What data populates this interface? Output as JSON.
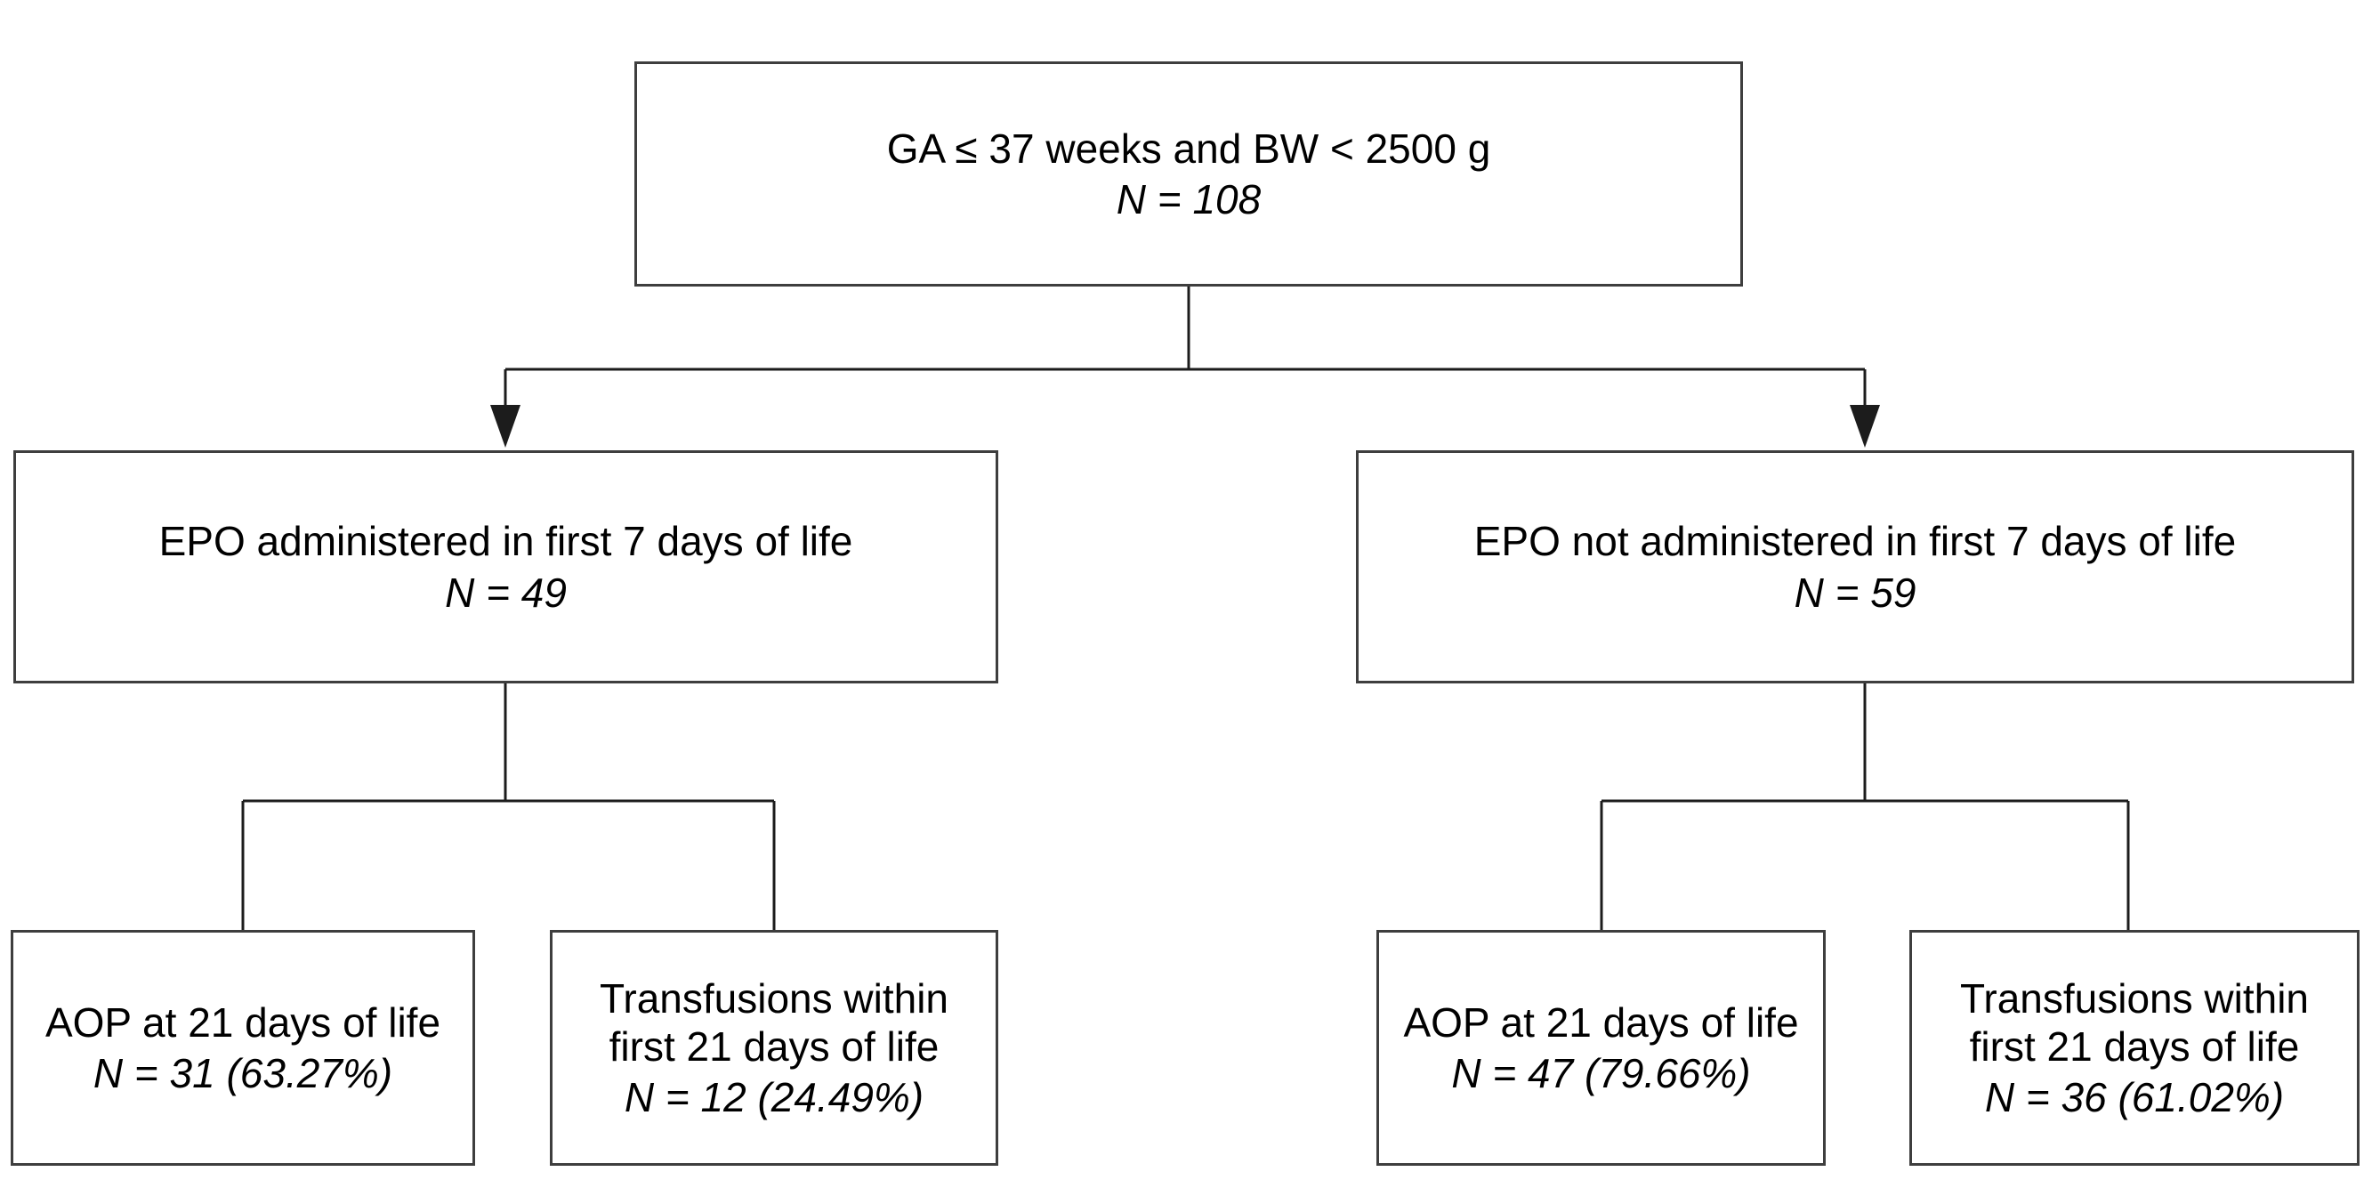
{
  "diagram": {
    "type": "flowchart",
    "colors": {
      "background": "#ffffff",
      "box_border": "#3e3e3e",
      "connector_line": "#1c1c1c",
      "text": "#000000"
    },
    "nodes": {
      "root": {
        "label": "GA ≤ 37 weeks and BW < 2500 g",
        "n": "N = 108"
      },
      "epo": {
        "label": "EPO administered in first 7 days of life",
        "n": "N = 49"
      },
      "no_epo": {
        "label": "EPO not administered in first 7 days of life",
        "n": "N = 59"
      },
      "epo_aop": {
        "label": "AOP at 21 days of life",
        "n": "N = 31 (63.27%)"
      },
      "epo_transfusions": {
        "label": "Transfusions within first 21 days of life",
        "n": "N = 12 (24.49%)"
      },
      "no_epo_aop": {
        "label": "AOP at 21 days of life",
        "n": "N = 47 (79.66%)"
      },
      "no_epo_transfusions": {
        "label": "Transfusions within first 21 days of life",
        "n": "N = 36 (61.02%)"
      }
    },
    "edges": [
      {
        "from": "root",
        "to": "epo",
        "arrow": true
      },
      {
        "from": "root",
        "to": "no_epo",
        "arrow": true
      },
      {
        "from": "epo",
        "to": "epo_aop",
        "arrow": false
      },
      {
        "from": "epo",
        "to": "epo_transfusions",
        "arrow": false
      },
      {
        "from": "no_epo",
        "to": "no_epo_aop",
        "arrow": false
      },
      {
        "from": "no_epo",
        "to": "no_epo_transfusions",
        "arrow": false
      }
    ]
  }
}
